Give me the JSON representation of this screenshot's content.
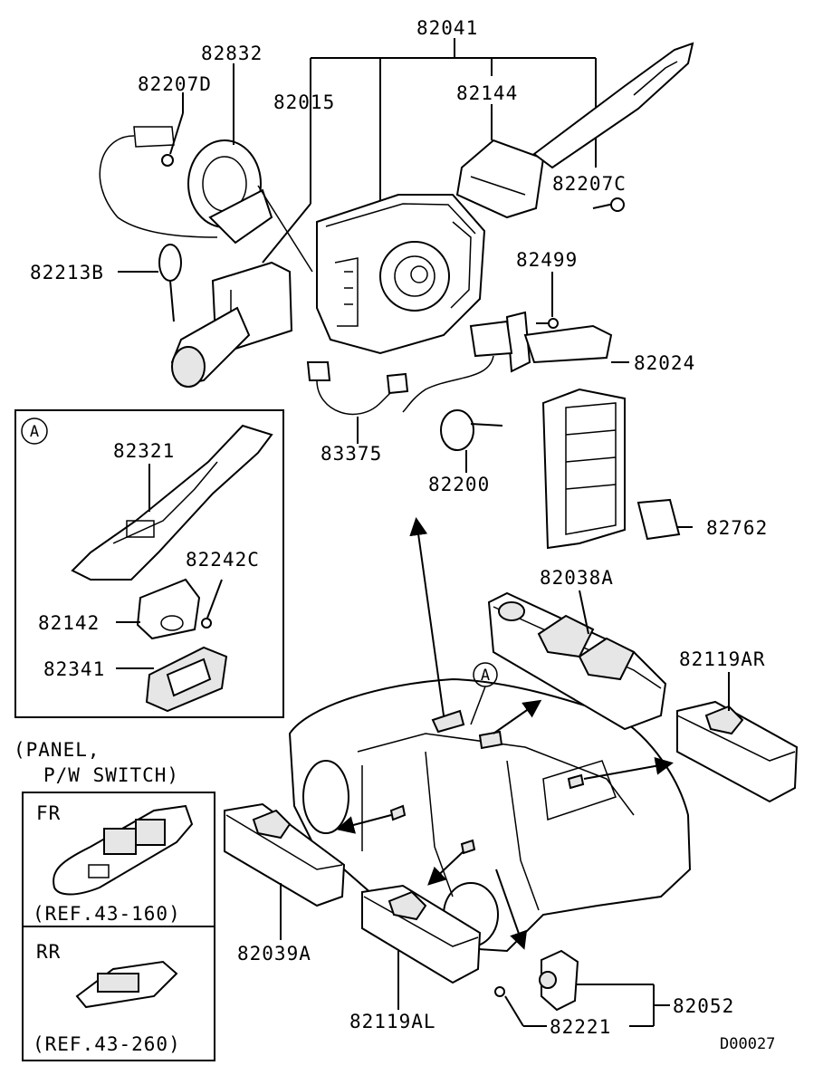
{
  "labels": {
    "p82041": "82041",
    "p82832": "82832",
    "p82207D": "82207D",
    "p82015": "82015",
    "p82144": "82144",
    "p82207C": "82207C",
    "p82213B": "82213B",
    "p82499": "82499",
    "p82024": "82024",
    "p83375": "83375",
    "p82200": "82200",
    "p82762": "82762",
    "p82321": "82321",
    "p82242C": "82242C",
    "p82142": "82142",
    "p82341": "82341",
    "p82038A": "82038A",
    "p82119AR": "82119AR",
    "p82039A": "82039A",
    "p82119AL": "82119AL",
    "p82052": "82052",
    "p82221": "82221"
  },
  "inset_a": {
    "marker": "A"
  },
  "car_marker": "A",
  "panel_heading": {
    "line1": "(PANEL,",
    "line2": "P/W SWITCH)"
  },
  "panel_fr": {
    "label": "FR",
    "ref": "(REF.43-160)"
  },
  "panel_rr": {
    "label": "RR",
    "ref": "(REF.43-260)"
  },
  "diagram_code": "D00027"
}
